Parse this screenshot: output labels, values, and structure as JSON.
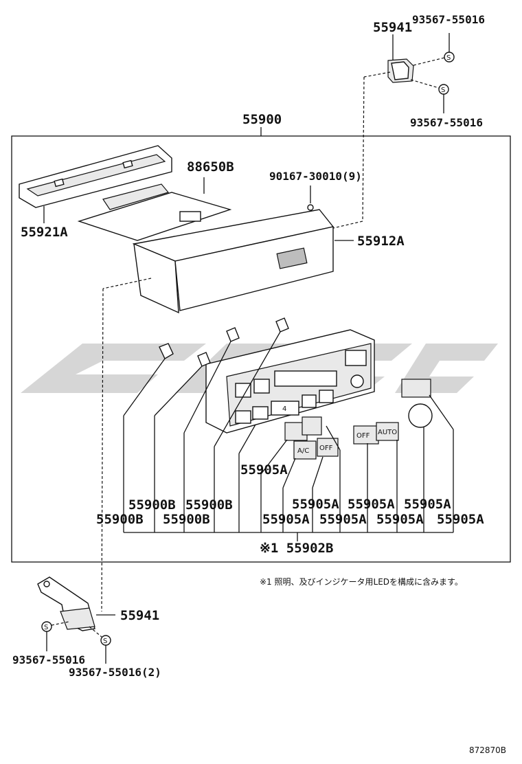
{
  "labels": {
    "bracket_top": "55941",
    "screw_top_a": "93567-55016",
    "screw_top_b": "93567-55016",
    "assembly": "55900",
    "wire_cover": "88650B",
    "bracket_left": "55921A",
    "screw_small": "90167-30010(9)",
    "panel": "55912A",
    "bulb_1": "55900B",
    "bulb_2": "55900B",
    "bulb_3": "55900B",
    "bulb_4": "55900B",
    "knob_1": "55905A",
    "knob_2": "55905A",
    "knob_3": "55905A",
    "knob_4": "55905A",
    "knob_5": "55905A",
    "knob_6": "55905A",
    "knob_7": "55905A",
    "knob_8": "55905A",
    "control_unit": "※1 55902B",
    "bracket_bottom": "55941",
    "screw_bottom_a": "93567-55016",
    "screw_bottom_b": "93567-55016(2)"
  },
  "screw_symbol": "S",
  "note": "※1 照明、及びインジケータ用LEDを構成に含みます。",
  "reference_code": "872870B",
  "button_glyphs": {
    "ac": "A/C",
    "auto": "AUTO",
    "off": "OFF",
    "fan": "4"
  },
  "colors": {
    "line": "#111111",
    "watermark": "#d4d4d4",
    "background": "#ffffff"
  }
}
